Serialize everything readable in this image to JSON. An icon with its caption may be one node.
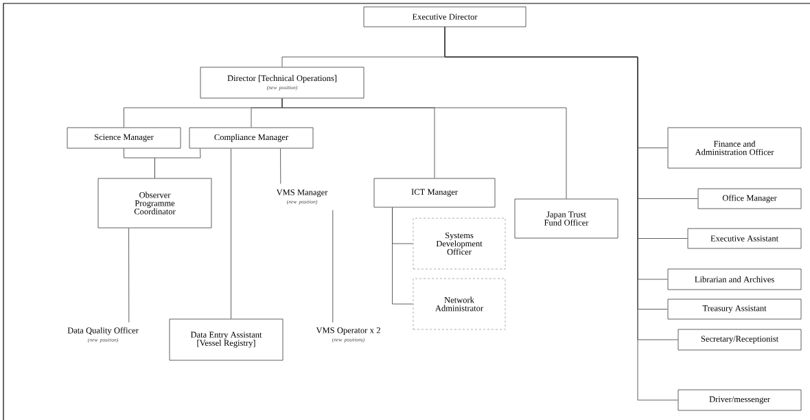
{
  "diagram": {
    "nodes": [
      {
        "text": [
          "Executive Director"
        ]
      },
      {
        "text": [
          "Director [Technical Operations]",
          "(new position)"
        ]
      },
      {
        "text": [
          "Science Manager"
        ]
      },
      {
        "text": [
          "Compliance Manager"
        ]
      },
      {
        "text": [
          "Observer Programme Coordinator"
        ]
      },
      {
        "text": [
          "VMS Manager",
          "(new position)"
        ]
      },
      {
        "text": [
          "ICT Manager"
        ]
      },
      {
        "text": [
          "Japan Trust Fund Officer"
        ]
      },
      {
        "text": [
          "Systems Development Officer"
        ]
      },
      {
        "text": [
          "Network Administrator"
        ]
      },
      {
        "text": [
          "Data Quality Officer",
          "(new position)"
        ]
      },
      {
        "text": [
          "Data Entry Assistant [Vessel Registry]"
        ]
      },
      {
        "text": [
          "VMS Operator x 2",
          "(new positions)"
        ]
      },
      {
        "text": [
          "Finance and Administration Officer"
        ]
      },
      {
        "text": [
          "Office Manager"
        ]
      },
      {
        "text": [
          "Executive Assistant"
        ]
      },
      {
        "text": [
          "Librarian and Archives"
        ]
      },
      {
        "text": [
          "Treasury Assistant"
        ]
      },
      {
        "text": [
          "Secretary/Receptionist"
        ]
      },
      {
        "text": [
          "Driver/messenger"
        ]
      }
    ],
    "edges": [
      {
        "from": 0,
        "to": 1,
        "arrow": "none"
      },
      {
        "from": 0,
        "to": 13,
        "arrow": "none"
      },
      {
        "from": 0,
        "to": 14,
        "arrow": "none"
      },
      {
        "from": 0,
        "to": 15,
        "arrow": "none"
      },
      {
        "from": 0,
        "to": 16,
        "arrow": "none"
      },
      {
        "from": 0,
        "to": 17,
        "arrow": "none"
      },
      {
        "from": 0,
        "to": 18,
        "arrow": "none"
      },
      {
        "from": 0,
        "to": 19,
        "arrow": "none"
      },
      {
        "from": 1,
        "to": 2,
        "arrow": "none"
      },
      {
        "from": 1,
        "to": 3,
        "arrow": "none"
      },
      {
        "from": 1,
        "to": 6,
        "arrow": "none"
      },
      {
        "from": 1,
        "to": 7,
        "arrow": "none"
      },
      {
        "from": 2,
        "to": 4,
        "arrow": "none"
      },
      {
        "from": 3,
        "to": 4,
        "arrow": "none"
      },
      {
        "from": 3,
        "to": 5,
        "arrow": "none"
      },
      {
        "from": 3,
        "to": 11,
        "arrow": "none"
      },
      {
        "from": 4,
        "to": 10,
        "arrow": "none"
      },
      {
        "from": 5,
        "to": 12,
        "arrow": "none"
      },
      {
        "from": 6,
        "to": 8,
        "arrow": "none"
      },
      {
        "from": 6,
        "to": 9,
        "arrow": "none"
      }
    ]
  }
}
